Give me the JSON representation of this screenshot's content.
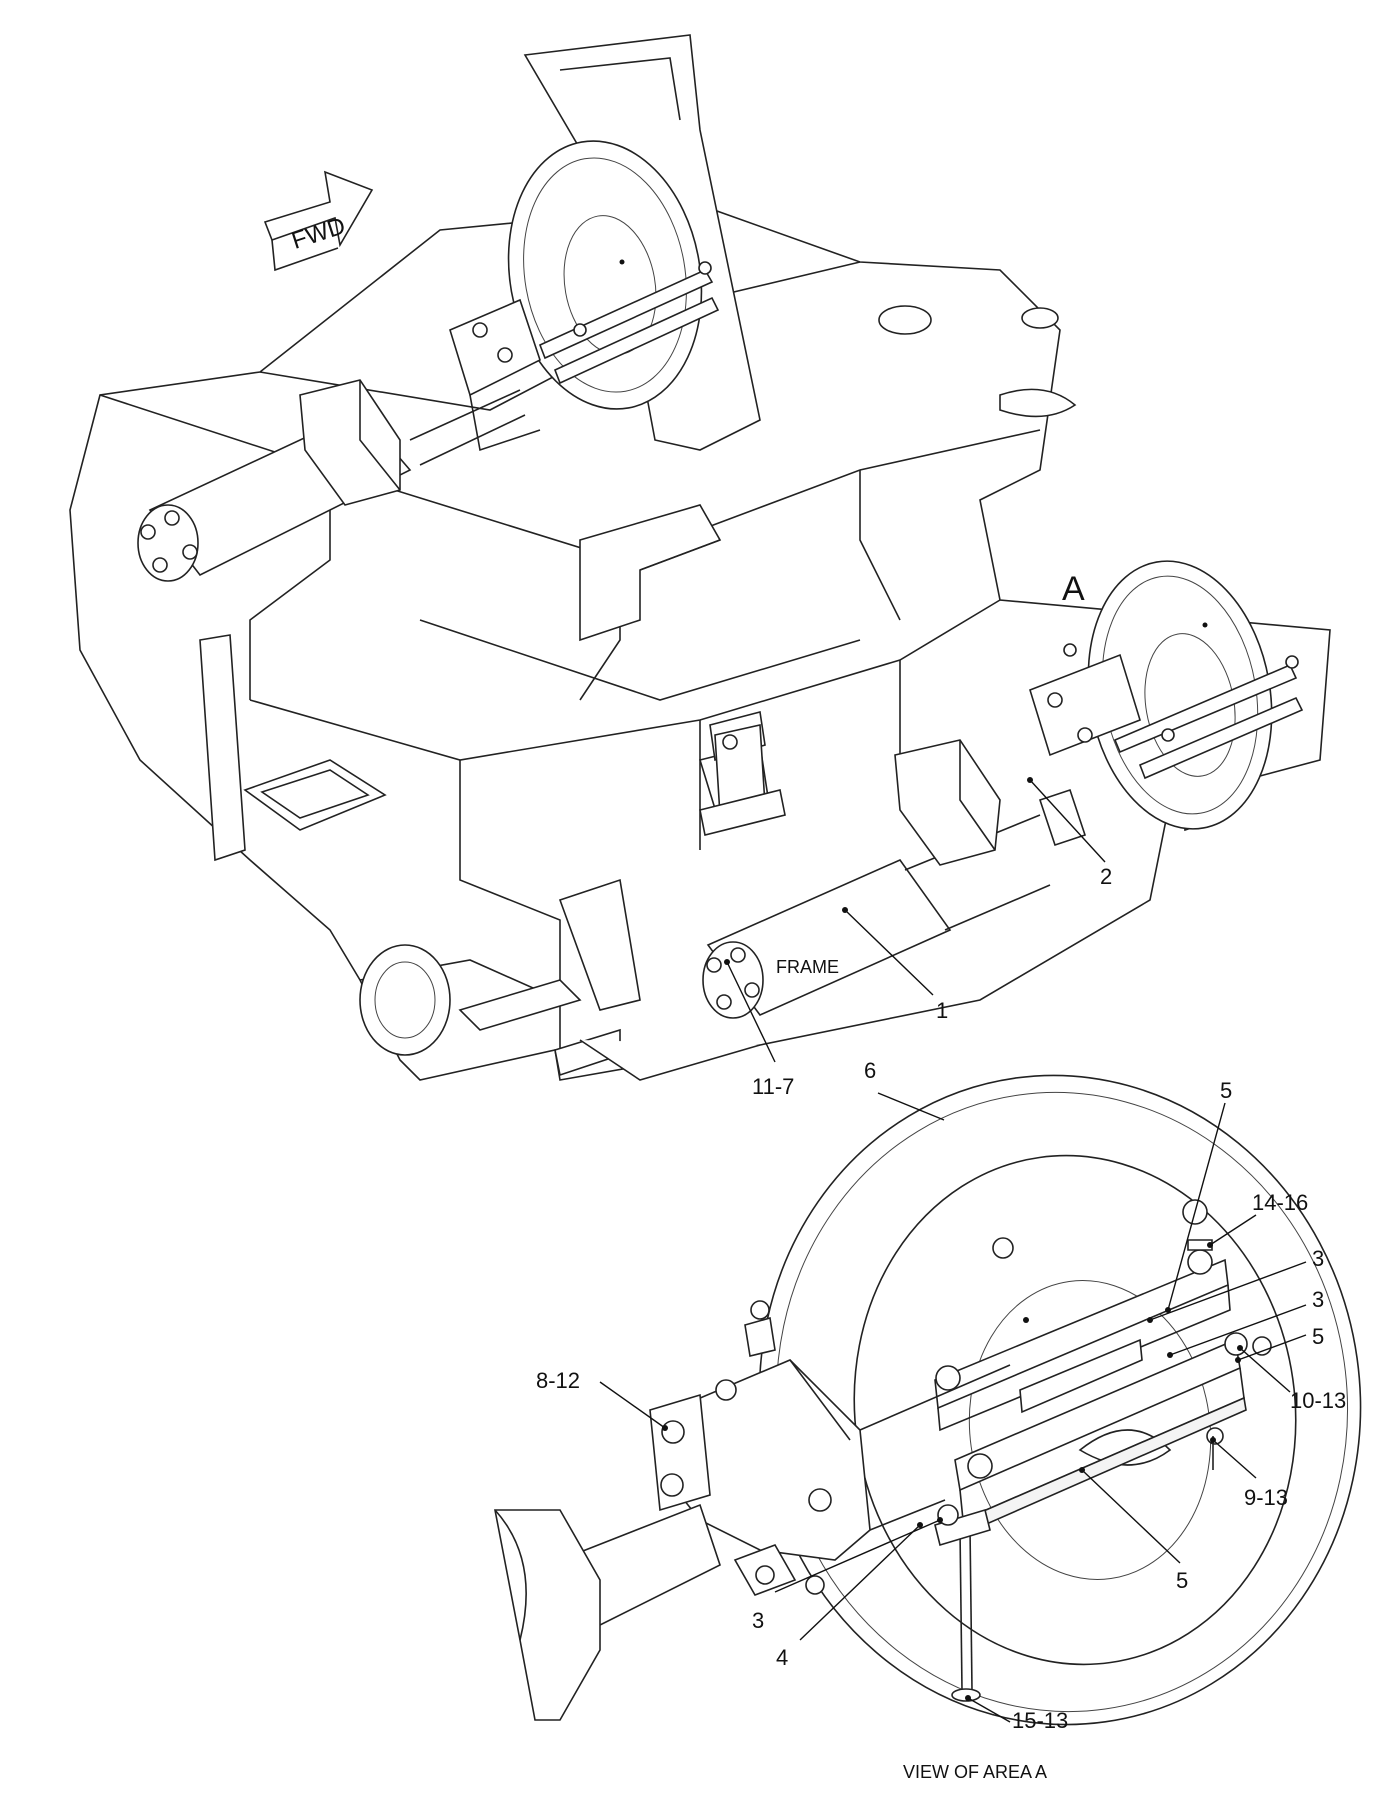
{
  "fwd_text": "FWD",
  "area_mark": "A",
  "frame_label": "FRAME",
  "view_caption": "VIEW OF AREA A",
  "callouts": {
    "c1": "1",
    "c2": "2",
    "c11_7": "11-7",
    "c6": "6",
    "c5_top": "5",
    "c14_16": "14-16",
    "c3_a": "3",
    "c3_b": "3",
    "c5_mid": "5",
    "c10_13": "10-13",
    "c8_12": "8-12",
    "c9_13": "9-13",
    "c5_bot": "5",
    "c3_c": "3",
    "c4": "4",
    "c15_13": "15-13"
  }
}
